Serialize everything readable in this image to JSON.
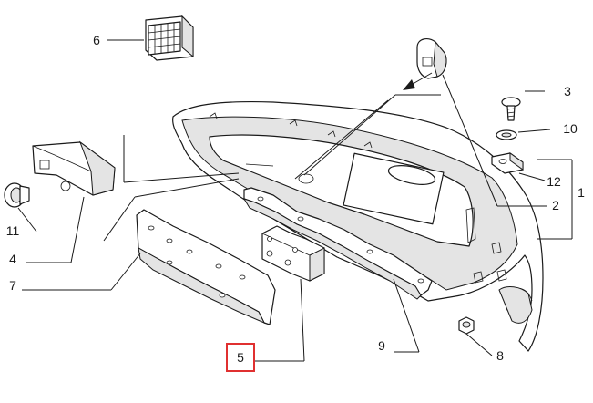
{
  "callouts": {
    "c1": "1",
    "c2": "2",
    "c3": "3",
    "c4": "4",
    "c5": "5",
    "c6": "6",
    "c7": "7",
    "c8": "8",
    "c9": "9",
    "c10": "10",
    "c11": "11",
    "c12": "12"
  },
  "highlight": {
    "callout": "5",
    "color": "#e03030"
  },
  "colors": {
    "line": "#1a1a1a",
    "shade": "#e4e4e4",
    "background": "#ffffff"
  }
}
